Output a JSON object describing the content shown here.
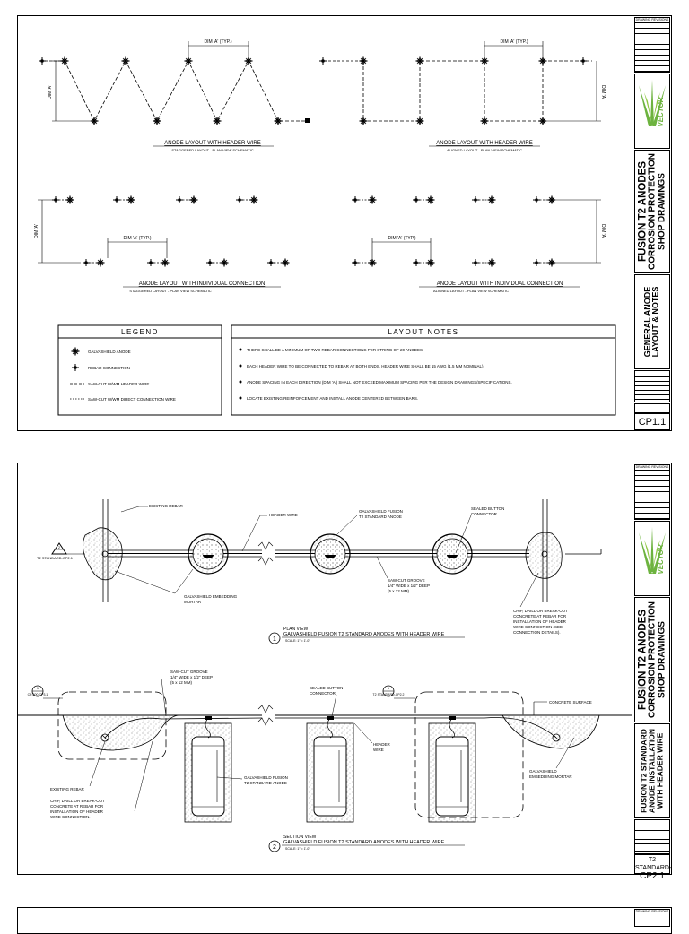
{
  "sheets": [
    {
      "sheet_no": "CP1.1",
      "project_title": [
        "FUSION T2 ANODES",
        "CORROSION PROTECTION",
        "SHOP DRAWINGS"
      ],
      "sheet_title": [
        "GENERAL ANODE",
        "LAYOUT & NOTES"
      ],
      "revisions_label": "DRAWING REVISIONS",
      "logo_text": "VECTOR",
      "layouts": [
        {
          "title": "ANODE LAYOUT WITH HEADER WIRE",
          "subtitle": "STAGGERED LAYOUT - PLAN VIEW SCHEMATIC"
        },
        {
          "title": "ANODE LAYOUT WITH HEADER WIRE",
          "subtitle": "ALIGNED LAYOUT - PLAN VIEW SCHEMATIC"
        },
        {
          "title": "ANODE LAYOUT WITH INDIVIDUAL CONNECTION",
          "subtitle": "STAGGERED LAYOUT - PLAN VIEW SCHEMATIC"
        },
        {
          "title": "ANODE LAYOUT WITH INDIVIDUAL CONNECTION",
          "subtitle": "ALIGNED LAYOUT - PLAN VIEW SCHEMATIC"
        }
      ],
      "dim_label": "DIM 'A' (TYP.)",
      "dim_short": "DIM 'A'",
      "legend": {
        "title": "LEGEND",
        "items": [
          "GALVASHIELD ANODE",
          "REBAR CONNECTION",
          "SAW-CUT W/WM HEADER WIRE",
          "SAW-CUT W/WM DIRECT CONNECTION WIRE"
        ]
      },
      "notes": {
        "title": "LAYOUT NOTES",
        "items": [
          "THERE SHALL BE A MINIMUM OF TWO REBAR CONNECTIONS PER STRING OF 20 ANODES.",
          "EACH HEADER WIRE TO BE CONNECTED TO REBAR AT BOTH ENDS.  HEADER WIRE SHALL BE 15 AWG (1.5 MM NOMINAL).",
          "ANODE SPACING IN EACH DIRECTION (DIM 'A') SHALL NOT EXCEED MAXIMUM SPACING PER THE DESIGN DRAWINGS/SPECIFICATIONS.",
          "LOCATE EXISTING REINFORCEMENT AND INSTALL ANODE CENTERED BETWEEN BARS."
        ]
      }
    },
    {
      "sheet_no_line1": "T2 STANDARD-",
      "sheet_no_line2": "CP2.1",
      "project_title": [
        "FUSION T2 ANODES",
        "CORROSION PROTECTION",
        "SHOP DRAWINGS"
      ],
      "sheet_title": [
        "FUSION T2 STANDARD",
        "ANODE INSTALLATION",
        "WITH HEADER WIRE"
      ],
      "plan": {
        "labels": {
          "existing_rebar": "EXISTING REBAR",
          "header_wire": "HEADER WIRE",
          "anode_1": "GALVASHIELD FUSION",
          "anode_2": "T2 STANDARD ANODE",
          "button_1": "SEALED BUTTON",
          "button_2": "CONNECTOR",
          "groove_1": "SAW-CUT GROOVE",
          "groove_2": "1/4\" WIDE x 1/2\" DEEP",
          "groove_3": "(5 x 12 MM)",
          "mortar_1": "GALVASHIELD EMBEDDING",
          "mortar_2": "MORTAR",
          "chip_1": "CHIP, DRILL OR BREAK-OUT",
          "chip_2": "CONCRETE AT REBAR FOR",
          "chip_3": "INSTALLATION OF HEADER",
          "chip_4": "WIRE CONNECTION (SEE",
          "chip_5": "CONNECTION DETAILS).",
          "ref": "T2 STANDARD-CP2.1",
          "ref_num": "2"
        },
        "caption_num": "1",
        "caption_a": "PLAN VIEW",
        "caption_b": "GALVASHIELD FUSION T2 STANDARD ANODES WITH HEADER WIRE",
        "scale": "SCALE: 1\" = 1'-0\""
      },
      "section": {
        "labels": {
          "groove_1": "SAW-CUT GROOVE",
          "groove_2": "1/4\" WIDE x 1/2\" DEEP",
          "groove_3": "(5 x 12 MM)",
          "button_1": "SEALED BUTTON",
          "button_2": "CONNECTOR",
          "surface": "CONCRETE SURFACE",
          "header_1": "HEADER",
          "header_2": "WIRE",
          "anode_1": "GALVASHIELD FUSION",
          "anode_2": "T2 STANDARD ANODE",
          "mortar_1": "GALVASHIELD",
          "mortar_2": "EMBEDDING MORTAR",
          "rebar": "EXISTING REBAR",
          "chip_1": "CHIP, DRILL OR BREAK-OUT",
          "chip_2": "CONCRETE AT REBAR FOR",
          "chip_3": "INSTALLATION OF HEADER",
          "chip_4": "WIRE CONNECTION.",
          "ref_left": "CP-300-CP3.1",
          "ref_right": "T2 STANDARD-CP2.2",
          "ref_num": "1"
        },
        "caption_num": "2",
        "caption_a": "SECTION VIEW",
        "caption_b": "GALVASHIELD FUSION T2 STANDARD ANODES WITH HEADER WIRE",
        "scale": "SCALE: 1\" = 1'-0\""
      }
    },
    {
      "revisions_label": "DRAWING REVISIONS"
    }
  ],
  "colors": {
    "logo_green": "#6db33f",
    "ink": "#000000"
  }
}
